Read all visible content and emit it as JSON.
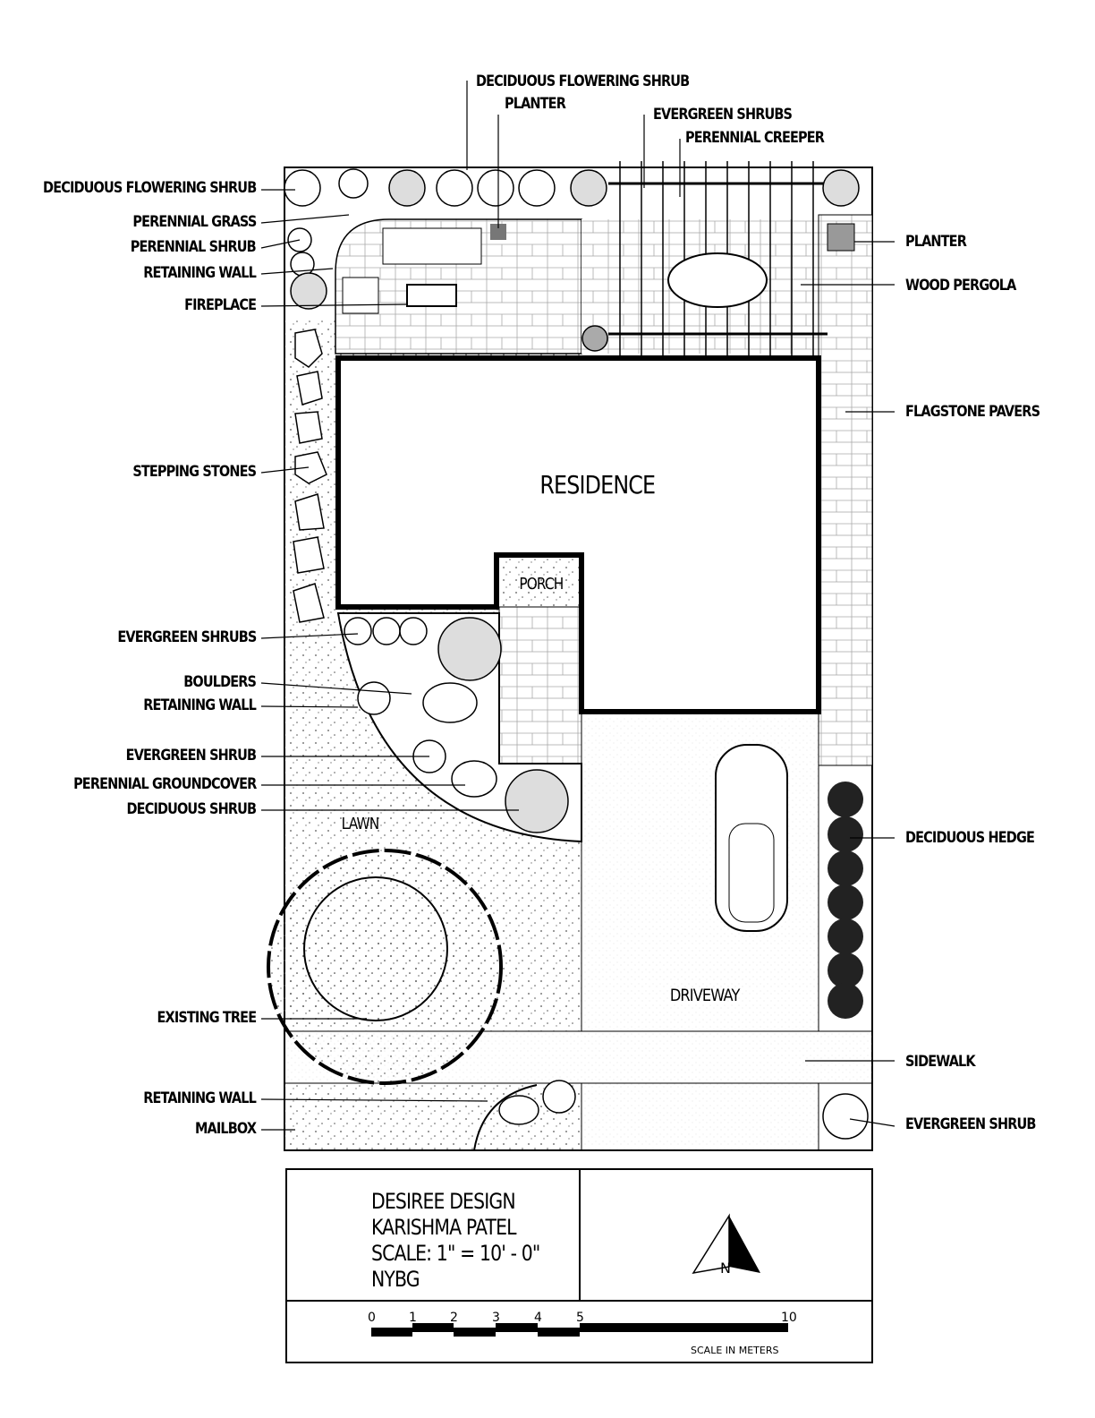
{
  "plan": {
    "residence": "RESIDENCE",
    "porch": "PORCH",
    "lawn": "LAWN",
    "driveway": "DRIVEWAY"
  },
  "labels_left": [
    "DECIDUOUS FLOWERING SHRUB",
    "PERENNIAL GRASS",
    "PERENNIAL SHRUB",
    "RETAINING WALL",
    "FIREPLACE",
    "STEPPING STONES",
    "EVERGREEN SHRUBS",
    "BOULDERS",
    "RETAINING WALL",
    "EVERGREEN SHRUB",
    "PERENNIAL GROUNDCOVER",
    "DECIDUOUS SHRUB",
    "EXISTING TREE",
    "RETAINING WALL",
    "MAILBOX"
  ],
  "labels_top": [
    "DECIDUOUS FLOWERING SHRUB",
    "PLANTER",
    "EVERGREEN SHRUBS",
    "PERENNIAL CREEPER"
  ],
  "labels_right": [
    "PLANTER",
    "WOOD PERGOLA",
    "FLAGSTONE PAVERS",
    "DECIDUOUS HEDGE",
    "SIDEWALK",
    "EVERGREEN SHRUB"
  ],
  "title_block": {
    "lines": [
      "DESIREE DESIGN",
      "KARISHMA PATEL",
      "SCALE: 1\" = 10' - 0\"",
      "NYBG"
    ],
    "north": "N",
    "scale_ticks": [
      "0",
      "1",
      "2",
      "3",
      "4",
      "5",
      "10"
    ],
    "scale_caption": "SCALE IN METERS"
  }
}
